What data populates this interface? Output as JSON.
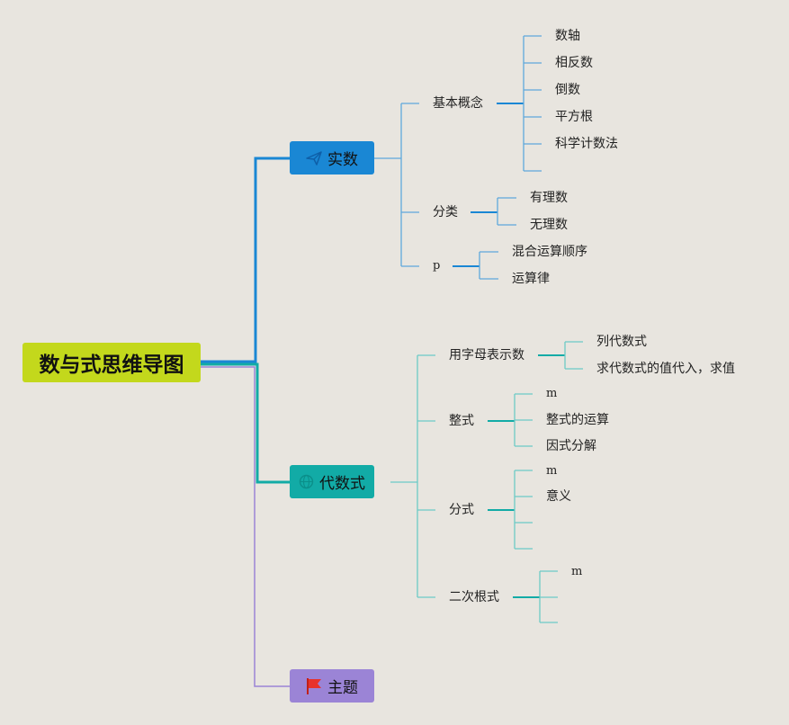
{
  "root": {
    "label": "数与式思维导图"
  },
  "colors": {
    "root_bg": "#c3d81c",
    "real_branch": "#1a87d4",
    "real_sub": "#5fa8dc",
    "alg_branch": "#12aba6",
    "alg_sub": "#6ccac6",
    "theme_branch": "#9b84d6",
    "flag": "#e8322a"
  },
  "branches": {
    "real": {
      "label": "实数",
      "icon": "paper-plane-icon",
      "groups": {
        "concept": {
          "label": "基本概念",
          "items": [
            "数轴",
            "相反数",
            "倒数",
            "平方根",
            "科学计数法"
          ]
        },
        "category": {
          "label": "分类",
          "items": [
            "有理数",
            "无理数"
          ]
        },
        "p": {
          "label": "p",
          "items": [
            "混合运算顺序",
            "运算律"
          ]
        }
      }
    },
    "algebra": {
      "label": "代数式",
      "icon": "globe-icon",
      "groups": {
        "letters": {
          "label": "用字母表示数",
          "items": [
            "列代数式",
            "求代数式的值代入，求值"
          ]
        },
        "integral": {
          "label": "整式",
          "items": [
            "m",
            "整式的运算",
            "因式分解"
          ]
        },
        "fraction": {
          "label": "分式",
          "items": [
            "m",
            "意义"
          ]
        },
        "radical": {
          "label": "二次根式",
          "items": [
            "m"
          ]
        }
      }
    },
    "theme": {
      "label": "主题",
      "icon": "red-flag-icon"
    }
  }
}
